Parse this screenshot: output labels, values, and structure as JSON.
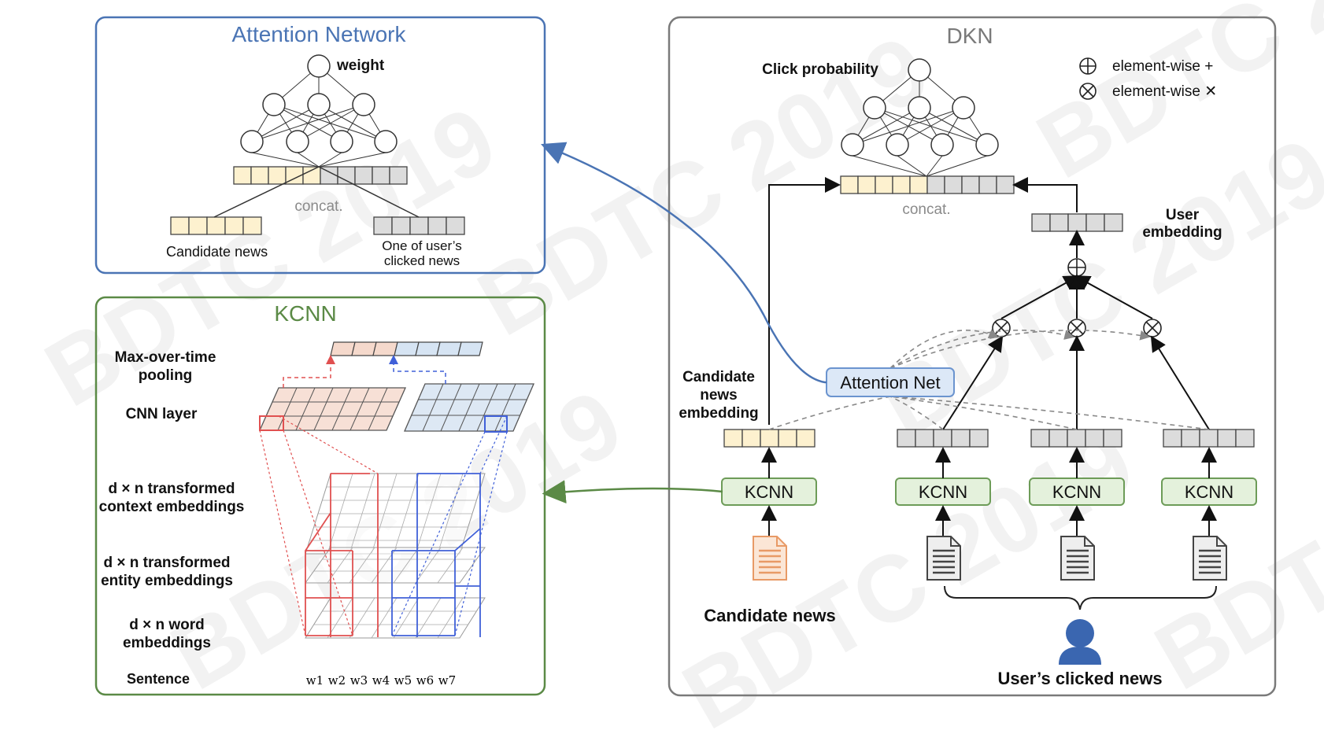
{
  "watermark": "BDTC 2019",
  "attention_panel": {
    "title": "Attention Network",
    "weight_label": "weight",
    "concat_label": "concat.",
    "candidate_label": "Candidate news",
    "clicked_label_line1": "One of user’s",
    "clicked_label_line2": "clicked news"
  },
  "kcnn_panel": {
    "title": "KCNN",
    "pooling_line1": "Max-over-time",
    "pooling_line2": "pooling",
    "cnn_label": "CNN layer",
    "context_line1": "d × n transformed",
    "context_line2": "context embeddings",
    "entity_line1": "d × n transformed",
    "entity_line2": "entity embeddings",
    "word_line1": "d × n word",
    "word_line2": "embeddings",
    "sentence_label": "Sentence",
    "words": [
      "w1",
      "w2",
      "w3",
      "w4",
      "w5",
      "w6",
      "w7"
    ]
  },
  "dkn_panel": {
    "title": "DKN",
    "click_prob": "Click probability",
    "legend_plus": "element-wise +",
    "legend_times": "element-wise ✕",
    "concat_label": "concat.",
    "user_embedding_line1": "User",
    "user_embedding_line2": "embedding",
    "cand_emb_line1": "Candidate",
    "cand_emb_line2": "news",
    "cand_emb_line3": "embedding",
    "attention_net": "Attention Net",
    "kcnn_label": "KCNN",
    "candidate_news": "Candidate news",
    "users_clicked": "User’s clicked news"
  },
  "colors": {
    "attention_blue": "#4a74b4",
    "kcnn_green": "#5b8a46",
    "dkn_grey": "#7a7a7a",
    "yellow_cell": "#fdf1cf",
    "grey_cell": "#dcdcdc",
    "red_grid": "#e05050",
    "blue_grid": "#4060d8",
    "kcnn_box": "#e4f1dc",
    "attn_box": "#dce8f7",
    "doc_orange": "#e89a66",
    "user_blue": "#3a66b0"
  }
}
